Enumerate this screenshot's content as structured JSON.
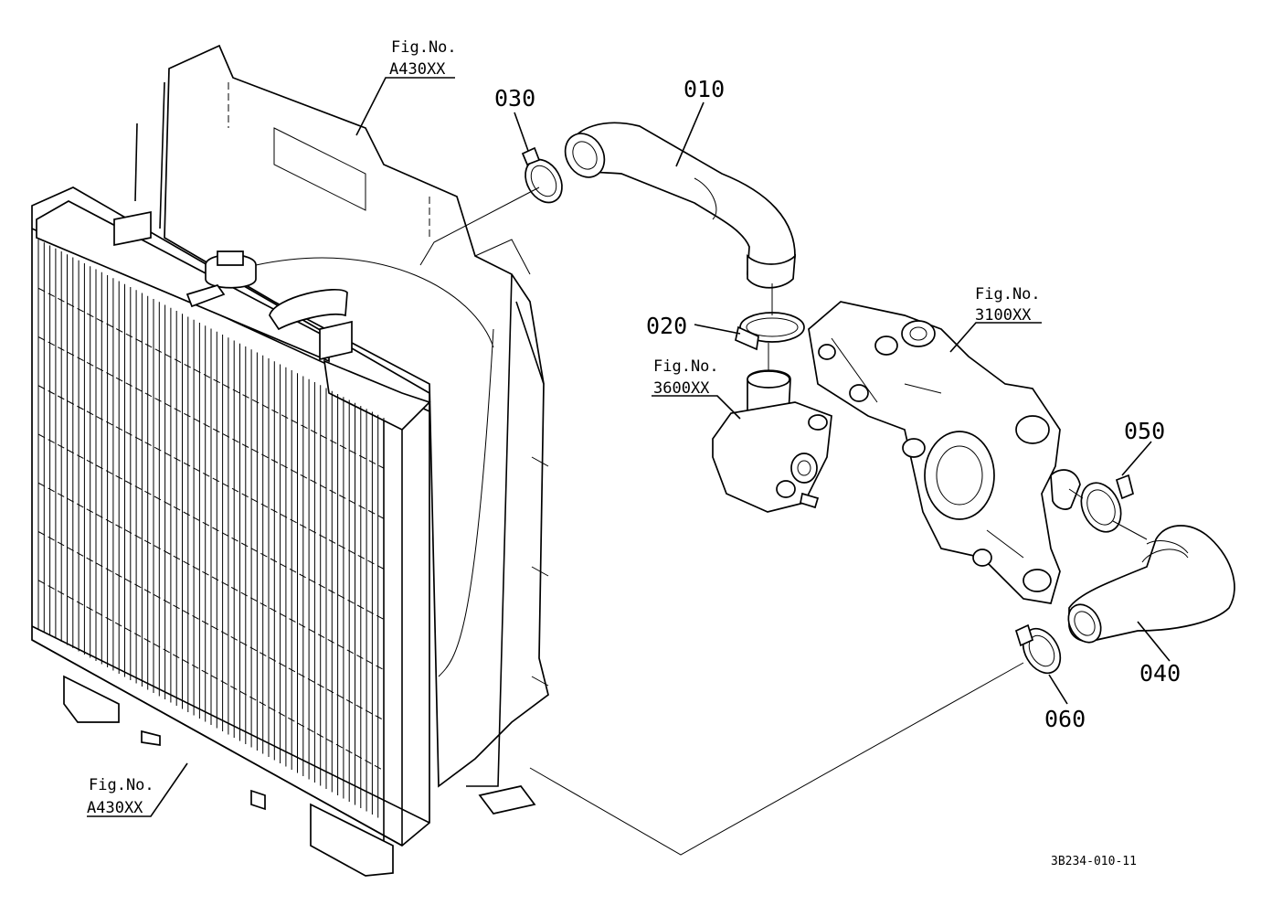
{
  "diagram": {
    "parts": [
      {
        "id": "p010",
        "label": "010"
      },
      {
        "id": "p020",
        "label": "020"
      },
      {
        "id": "p030",
        "label": "030"
      },
      {
        "id": "p040",
        "label": "040"
      },
      {
        "id": "p050",
        "label": "050"
      },
      {
        "id": "p060",
        "label": "060"
      }
    ],
    "figure_refs": [
      {
        "id": "fig_top",
        "line1": "Fig.No.",
        "line2": "A430XX"
      },
      {
        "id": "fig_bottom",
        "line1": "Fig.No.",
        "line2": "A430XX"
      },
      {
        "id": "fig_thermo",
        "line1": "Fig.No.",
        "line2": "3600XX"
      },
      {
        "id": "fig_pump",
        "line1": "Fig.No.",
        "line2": "3100XX"
      }
    ],
    "drawing_code": "3B234-010-11"
  }
}
